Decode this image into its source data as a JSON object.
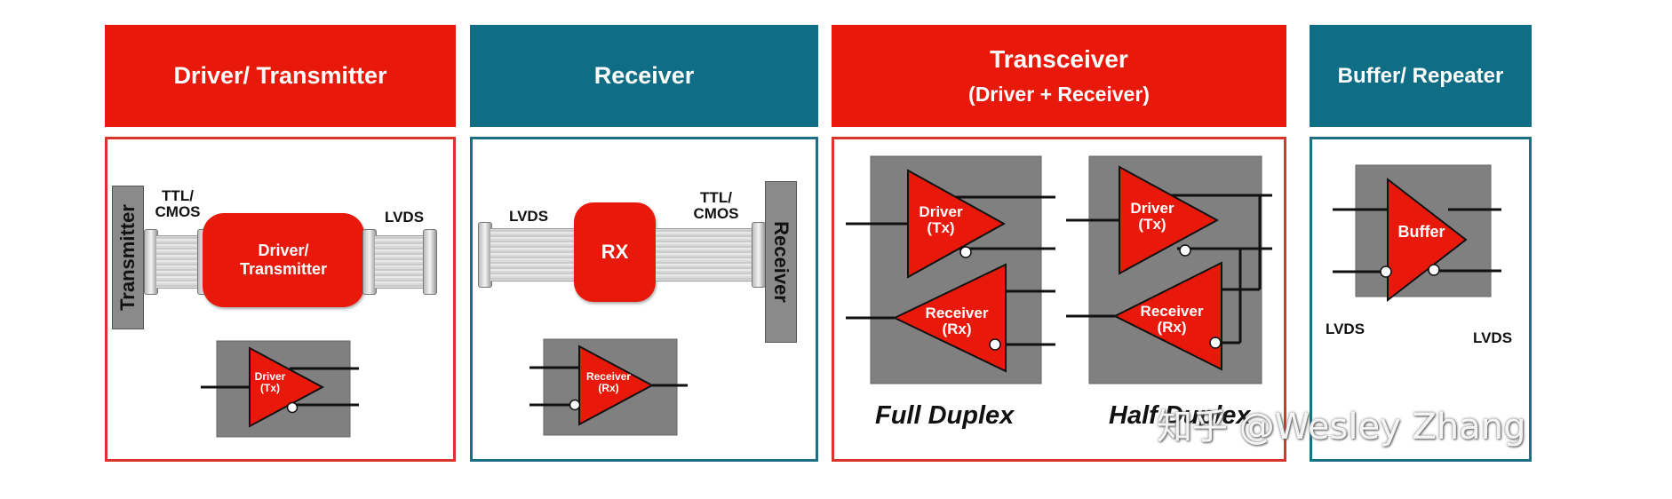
{
  "colors": {
    "red": "#e8190a",
    "teal": "#0f6d85",
    "gray": "#808080"
  },
  "headers": {
    "driver": "Driver/ Transmitter",
    "receiver": "Receiver",
    "transceiver_line1": "Transceiver",
    "transceiver_line2": "(Driver + Receiver)",
    "buffer": "Buffer/ Repeater"
  },
  "driver_panel": {
    "side_label": "Transmitter",
    "in_label": "TTL/\nCMOS",
    "out_label": "LVDS",
    "block_label": "Driver/\nTransmitter",
    "symbol_label": "Driver\n(Tx)"
  },
  "receiver_panel": {
    "in_label": "LVDS",
    "block_label": "RX",
    "out_label": "TTL/\nCMOS",
    "side_label": "Receiver",
    "symbol_label": "Receiver\n(Rx)"
  },
  "transceiver_panel": {
    "full_duplex": {
      "driver": "Driver\n(Tx)",
      "receiver": "Receiver\n(Rx)",
      "caption": "Full Duplex"
    },
    "half_duplex": {
      "driver": "Driver\n(Tx)",
      "receiver": "Receiver\n(Rx)",
      "caption": "Half Duplex"
    }
  },
  "buffer_panel": {
    "symbol_label": "Buffer",
    "left_label": "LVDS",
    "right_label": "LVDS"
  },
  "watermark": "知乎 @Wesley Zhang"
}
